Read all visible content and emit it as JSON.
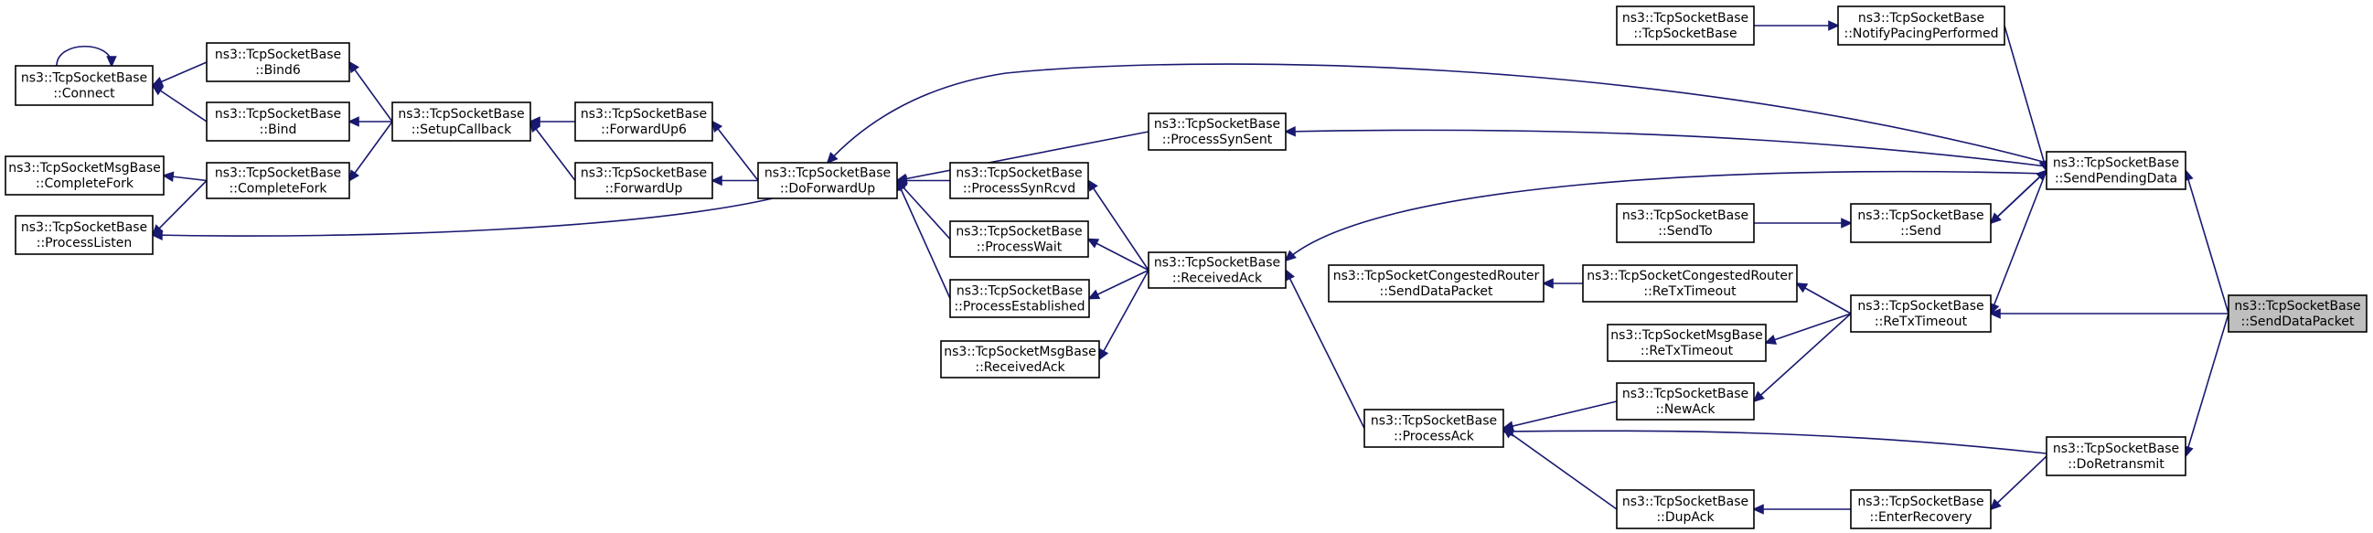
{
  "graph": {
    "title": "",
    "nodes": [
      {
        "id": "connect",
        "line1": "ns3::TcpSocketBase",
        "line2": "::Connect"
      },
      {
        "id": "bind6",
        "line1": "ns3::TcpSocketBase",
        "line2": "::Bind6"
      },
      {
        "id": "bind",
        "line1": "ns3::TcpSocketBase",
        "line2": "::Bind"
      },
      {
        "id": "msgbase-completefork",
        "line1": "ns3::TcpSocketMsgBase",
        "line2": "::CompleteFork"
      },
      {
        "id": "completefork",
        "line1": "ns3::TcpSocketBase",
        "line2": "::CompleteFork"
      },
      {
        "id": "processlisten",
        "line1": "ns3::TcpSocketBase",
        "line2": "::ProcessListen"
      },
      {
        "id": "setupcallback",
        "line1": "ns3::TcpSocketBase",
        "line2": "::SetupCallback"
      },
      {
        "id": "forwardup6",
        "line1": "ns3::TcpSocketBase",
        "line2": "::ForwardUp6"
      },
      {
        "id": "forwardup",
        "line1": "ns3::TcpSocketBase",
        "line2": "::ForwardUp"
      },
      {
        "id": "doforwardup",
        "line1": "ns3::TcpSocketBase",
        "line2": "::DoForwardUp"
      },
      {
        "id": "processsynsent",
        "line1": "ns3::TcpSocketBase",
        "line2": "::ProcessSynSent"
      },
      {
        "id": "processsynrcvd",
        "line1": "ns3::TcpSocketBase",
        "line2": "::ProcessSynRcvd"
      },
      {
        "id": "processwait",
        "line1": "ns3::TcpSocketBase",
        "line2": "::ProcessWait"
      },
      {
        "id": "processestablished",
        "line1": "ns3::TcpSocketBase",
        "line2": "::ProcessEstablished"
      },
      {
        "id": "msgbase-receivedack",
        "line1": "ns3::TcpSocketMsgBase",
        "line2": "::ReceivedAck"
      },
      {
        "id": "receivedack",
        "line1": "ns3::TcpSocketBase",
        "line2": "::ReceivedAck"
      },
      {
        "id": "congested-senddatapacket",
        "line1": "ns3::TcpSocketCongestedRouter",
        "line2": "::SendDataPacket"
      },
      {
        "id": "processack",
        "line1": "ns3::TcpSocketBase",
        "line2": "::ProcessAck"
      },
      {
        "id": "tcpsocketbase",
        "line1": "ns3::TcpSocketBase",
        "line2": "::TcpSocketBase"
      },
      {
        "id": "sendto",
        "line1": "ns3::TcpSocketBase",
        "line2": "::SendTo"
      },
      {
        "id": "congested-retxtimeout",
        "line1": "ns3::TcpSocketCongestedRouter",
        "line2": "::ReTxTimeout"
      },
      {
        "id": "msgbase-retxtimeout",
        "line1": "ns3::TcpSocketMsgBase",
        "line2": "::ReTxTimeout"
      },
      {
        "id": "newack",
        "line1": "ns3::TcpSocketBase",
        "line2": "::NewAck"
      },
      {
        "id": "dupack",
        "line1": "ns3::TcpSocketBase",
        "line2": "::DupAck"
      },
      {
        "id": "notifypacingperformed",
        "line1": "ns3::TcpSocketBase",
        "line2": "::NotifyPacingPerformed"
      },
      {
        "id": "send",
        "line1": "ns3::TcpSocketBase",
        "line2": "::Send"
      },
      {
        "id": "retxtimeout",
        "line1": "ns3::TcpSocketBase",
        "line2": "::ReTxTimeout"
      },
      {
        "id": "enterrecovery",
        "line1": "ns3::TcpSocketBase",
        "line2": "::EnterRecovery"
      },
      {
        "id": "sendpendingdata",
        "line1": "ns3::TcpSocketBase",
        "line2": "::SendPendingData"
      },
      {
        "id": "doretransmit",
        "line1": "ns3::TcpSocketBase",
        "line2": "::DoRetransmit"
      },
      {
        "id": "senddatapacket",
        "line1": "ns3::TcpSocketBase",
        "line2": "::SendDataPacket",
        "highlight": true
      }
    ],
    "edges": [
      {
        "from": "connect",
        "to": "connect"
      },
      {
        "from": "bind6",
        "to": "connect"
      },
      {
        "from": "bind",
        "to": "connect"
      },
      {
        "from": "completefork",
        "to": "msgbase-completefork"
      },
      {
        "from": "completefork",
        "to": "processlisten"
      },
      {
        "from": "setupcallback",
        "to": "bind6"
      },
      {
        "from": "setupcallback",
        "to": "bind"
      },
      {
        "from": "setupcallback",
        "to": "completefork"
      },
      {
        "from": "forwardup6",
        "to": "setupcallback"
      },
      {
        "from": "forwardup",
        "to": "setupcallback"
      },
      {
        "from": "doforwardup",
        "to": "forwardup6"
      },
      {
        "from": "doforwardup",
        "to": "forwardup"
      },
      {
        "from": "doforwardup",
        "to": "processlisten"
      },
      {
        "from": "processsynsent",
        "to": "doforwardup"
      },
      {
        "from": "processsynrcvd",
        "to": "doforwardup"
      },
      {
        "from": "processwait",
        "to": "doforwardup"
      },
      {
        "from": "processestablished",
        "to": "doforwardup"
      },
      {
        "from": "receivedack",
        "to": "processsynrcvd"
      },
      {
        "from": "receivedack",
        "to": "processwait"
      },
      {
        "from": "receivedack",
        "to": "processestablished"
      },
      {
        "from": "receivedack",
        "to": "msgbase-receivedack"
      },
      {
        "from": "processack",
        "to": "receivedack"
      },
      {
        "from": "tcpsocketbase",
        "to": "notifypacingperformed"
      },
      {
        "from": "sendto",
        "to": "send"
      },
      {
        "from": "congested-retxtimeout",
        "to": "congested-senddatapacket"
      },
      {
        "from": "newack",
        "to": "processack"
      },
      {
        "from": "dupack",
        "to": "processack"
      },
      {
        "from": "notifypacingperformed",
        "to": "sendpendingdata"
      },
      {
        "from": "send",
        "to": "sendpendingdata"
      },
      {
        "from": "retxtimeout",
        "to": "congested-retxtimeout"
      },
      {
        "from": "retxtimeout",
        "to": "msgbase-retxtimeout"
      },
      {
        "from": "retxtimeout",
        "to": "newack"
      },
      {
        "from": "enterrecovery",
        "to": "dupack"
      },
      {
        "from": "sendpendingdata",
        "to": "doforwardup"
      },
      {
        "from": "sendpendingdata",
        "to": "processsynsent"
      },
      {
        "from": "sendpendingdata",
        "to": "receivedack"
      },
      {
        "from": "sendpendingdata",
        "to": "send"
      },
      {
        "from": "sendpendingdata",
        "to": "retxtimeout"
      },
      {
        "from": "doretransmit",
        "to": "processack"
      },
      {
        "from": "doretransmit",
        "to": "enterrecovery"
      },
      {
        "from": "senddatapacket",
        "to": "sendpendingdata"
      },
      {
        "from": "senddatapacket",
        "to": "retxtimeout"
      },
      {
        "from": "senddatapacket",
        "to": "doretransmit"
      }
    ]
  },
  "colors": {
    "edge": "#191970",
    "node_border": "#000000",
    "node_fill": "#ffffff",
    "highlight_fill": "#bfbfbf"
  }
}
